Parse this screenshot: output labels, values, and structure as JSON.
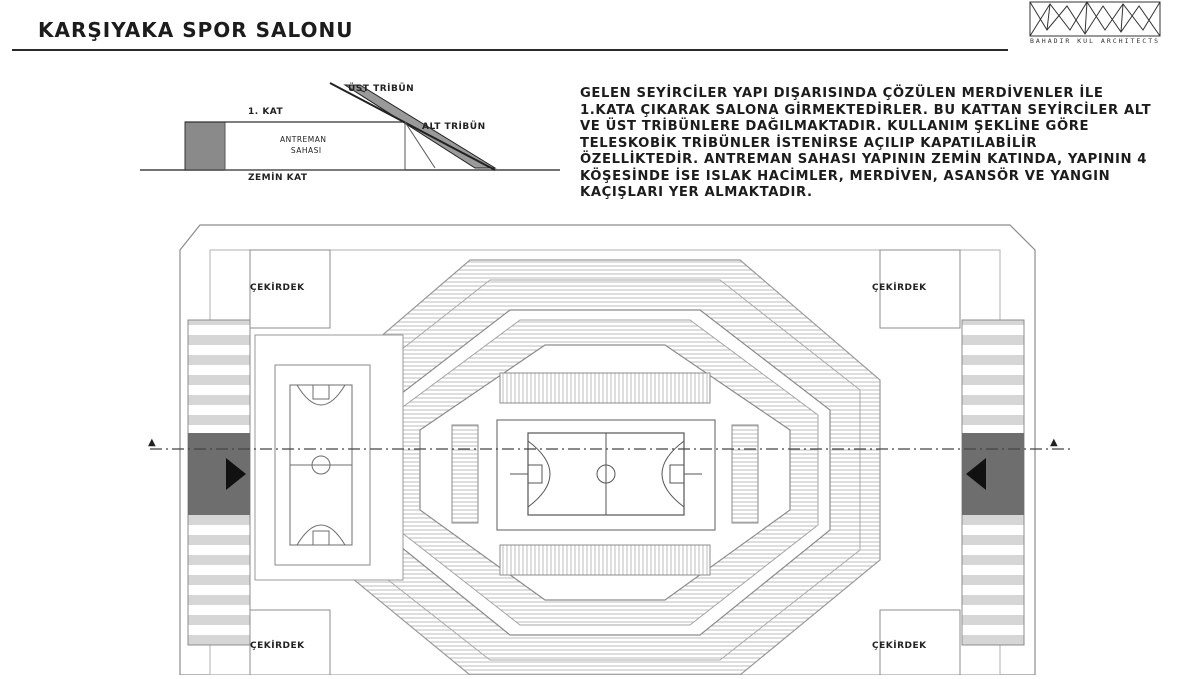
{
  "header": {
    "title": "KARŞIYAKA SPOR SALONU",
    "logo_text": "BAHADIR KUL ARCHITECTS"
  },
  "description": "GELEN SEYİRCİLER YAPI DIŞARISINDA ÇÖZÜLEN MERDİVENLER İLE 1.KATA ÇIKARAK SALONA GİRMEKTEDİRLER. BU KATTAN SEYİRCİLER ALT VE ÜST TRİBÜNLERE DAĞILMAKTADIR. KULLANIM ŞEKLİNE GÖRE TELESKOBİK TRİBÜNLER İSTENİRSE AÇILIP KAPATILABİLİR ÖZELLİKTEDİR. ANTREMAN SAHASI YAPININ ZEMİN KATINDA, YAPININ 4 KÖŞESİNDE İSE ISLAK HACİMLER, MERDİVEN, ASANSÖR VE YANGIN KAÇIŞLARI YER ALMAKTADIR.",
  "section_diagram": {
    "upper_stand": "ÜST TRİBÜN",
    "first_floor": "1. KAT",
    "lower_stand": "ALT TRİBÜN",
    "training_area_line1": "ANTREMAN",
    "training_area_line2": "SAHASI",
    "ground_floor": "ZEMİN KAT"
  },
  "plan": {
    "core_labels": [
      "ÇEKİRDEK",
      "ÇEKİRDEK",
      "ÇEKİRDEK",
      "ÇEKİRDEK"
    ],
    "section_marker_glyph": "▲"
  },
  "colors": {
    "line": "#8c8c8c",
    "dark_fill": "#6e6e6e",
    "seating": "#b9b9b9",
    "text": "#1c1c1c"
  }
}
